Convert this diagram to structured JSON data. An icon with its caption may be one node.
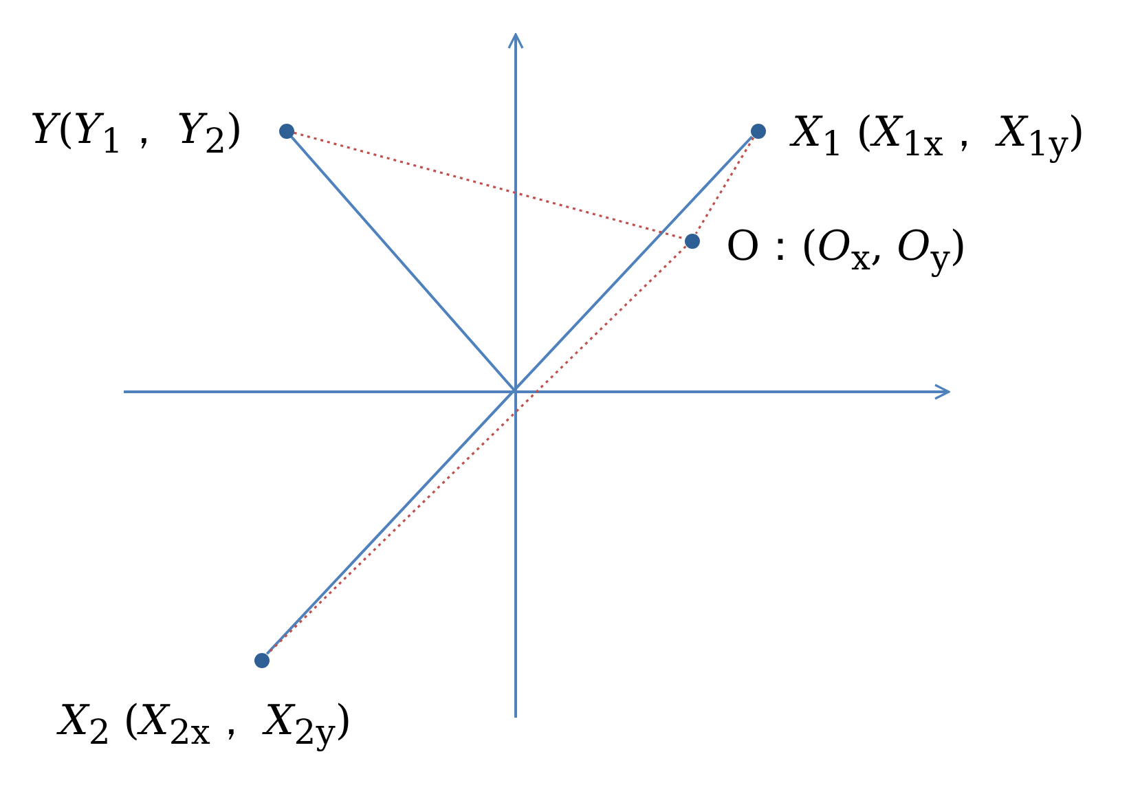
{
  "diagram": {
    "nodes": [
      {
        "text": [
          "*Y*(*Y*$_{1}$， *Y*$_{2}$)"
        ]
      },
      {
        "text": [
          "*X*$_{1}$ (*X*$_{1x}$， *X*$_{1y}$)"
        ]
      },
      {
        "text": [
          "O：(*O*$_{x}$, *O*$_{y}$)"
        ]
      },
      {
        "text": [
          "*X*$_{2}$ (*X*$_{2x}$， *X*$_{2y}$)"
        ]
      }
    ],
    "edges": [
      {
        "from": 0,
        "to": null,
        "arrow": "none",
        "color": "#4f81bd"
      },
      {
        "from": 1,
        "to": 3,
        "arrow": "none",
        "color": "#4f81bd"
      },
      {
        "from": 0,
        "to": 2,
        "arrow": "none",
        "style": "dashed"
      },
      {
        "from": 1,
        "to": 2,
        "arrow": "none",
        "style": "dashed"
      },
      {
        "from": 2,
        "to": 3,
        "arrow": "none",
        "style": "dashed"
      }
    ]
  }
}
